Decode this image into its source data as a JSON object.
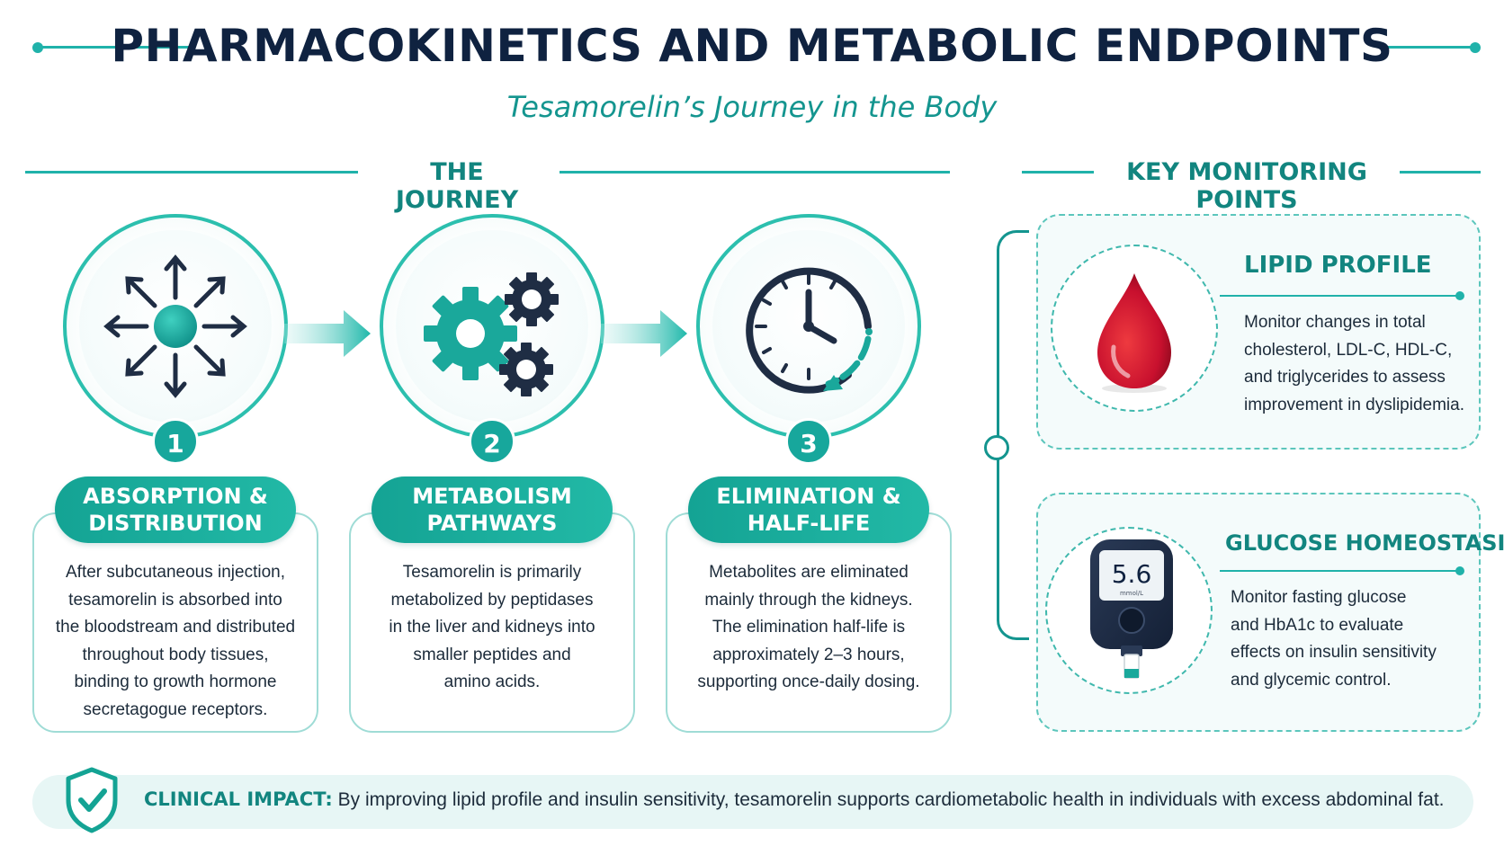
{
  "header": {
    "title": "PHARMACOKINETICS AND METABOLIC ENDPOINTS",
    "subtitle": "Tesamorelin’s Journey in the Body"
  },
  "journey": {
    "heading": "THE JOURNEY",
    "steps": [
      {
        "number": "1",
        "icon": "distribution-arrows-icon",
        "title_line1": "ABSORPTION &",
        "title_line2": "DISTRIBUTION",
        "description": [
          "After subcutaneous injection,",
          "tesamorelin is absorbed into",
          "the bloodstream and distributed",
          "throughout body tissues,",
          "binding to growth hormone",
          "secretagogue receptors."
        ]
      },
      {
        "number": "2",
        "icon": "gears-icon",
        "title_line1": "METABOLISM",
        "title_line2": "PATHWAYS",
        "description": [
          "Tesamorelin is primarily",
          "metabolized by peptidases",
          "in the liver and kidneys into",
          "smaller peptides and",
          "amino acids."
        ]
      },
      {
        "number": "3",
        "icon": "clock-icon",
        "title_line1": "ELIMINATION &",
        "title_line2": "HALF-LIFE",
        "description": [
          "Metabolites are eliminated",
          "mainly through the kidneys.",
          "The elimination half-life is",
          "approximately 2–3 hours,",
          "supporting once-daily dosing."
        ]
      }
    ]
  },
  "monitoring": {
    "heading": "KEY MONITORING POINTS",
    "points": [
      {
        "title": "LIPID PROFILE",
        "icon": "blood-drop-icon",
        "description": [
          "Monitor changes in total",
          "cholesterol, LDL-C, HDL-C,",
          "and triglycerides to assess",
          "improvement in dyslipidemia."
        ]
      },
      {
        "title": "GLUCOSE HOMEOSTASIS",
        "icon": "glucose-meter-icon",
        "meter_reading": "5.6",
        "meter_unit": "mmol/L",
        "description": [
          "Monitor fasting glucose",
          "and HbA1c to evaluate",
          "effects on insulin sensitivity",
          "and glycemic control."
        ]
      }
    ]
  },
  "impact": {
    "label": "CLINICAL IMPACT:",
    "text": "By improving lipid profile and insulin sensitivity, tesamorelin supports cardiometabolic health in individuals with excess abdominal fat.",
    "icon": "shield-check-icon"
  },
  "colors": {
    "navy": "#0f2240",
    "teal": "#20b2aa",
    "teal_dark": "#12857f",
    "blood_red": "#c8102e"
  }
}
